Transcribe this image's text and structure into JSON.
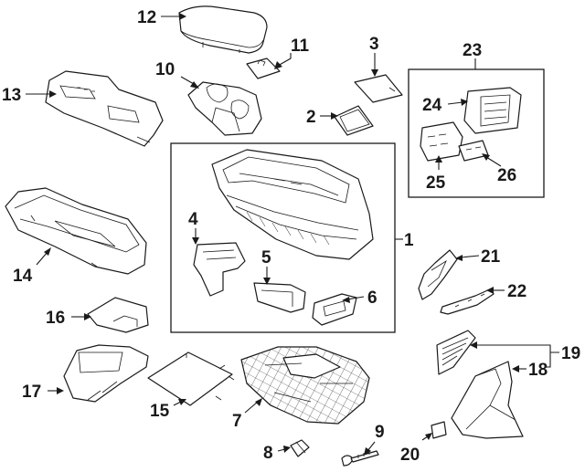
{
  "callouts": {
    "c1": "1",
    "c2": "2",
    "c3": "3",
    "c4": "4",
    "c5": "5",
    "c6": "6",
    "c7": "7",
    "c8": "8",
    "c9": "9",
    "c10": "10",
    "c11": "11",
    "c12": "12",
    "c13": "13",
    "c14": "14",
    "c15": "15",
    "c16": "16",
    "c17": "17",
    "c18": "18",
    "c19": "19",
    "c20": "20",
    "c21": "21",
    "c22": "22",
    "c23": "23",
    "c24": "24",
    "c25": "25",
    "c26": "26"
  },
  "colors": {
    "line": "#1a1a1a",
    "background": "#ffffff"
  }
}
